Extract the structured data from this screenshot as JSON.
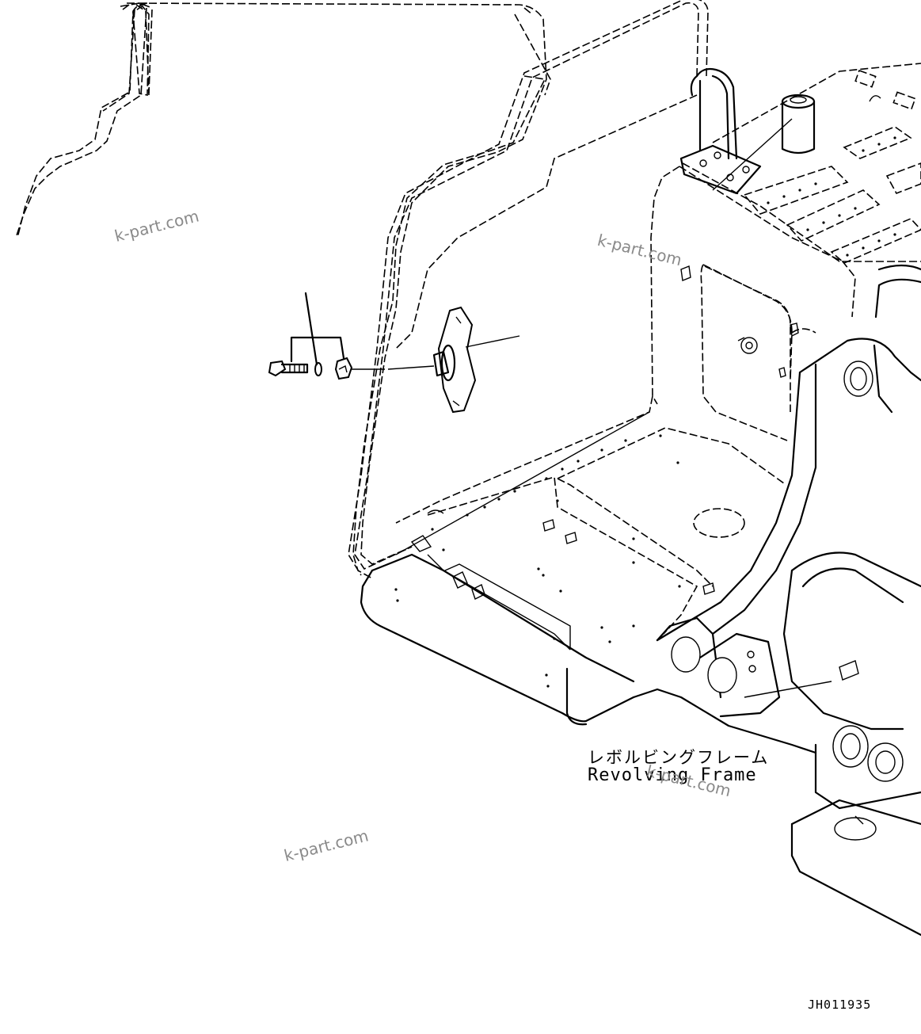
{
  "labels": {
    "part_name_jp": "レボルビングフレーム",
    "part_name_en": "Revolving Frame",
    "drawing_code": "JH011935"
  },
  "watermark": "k-part.com",
  "colors": {
    "line": "#000000",
    "background": "#ffffff",
    "watermark": "#8a8a8a"
  }
}
